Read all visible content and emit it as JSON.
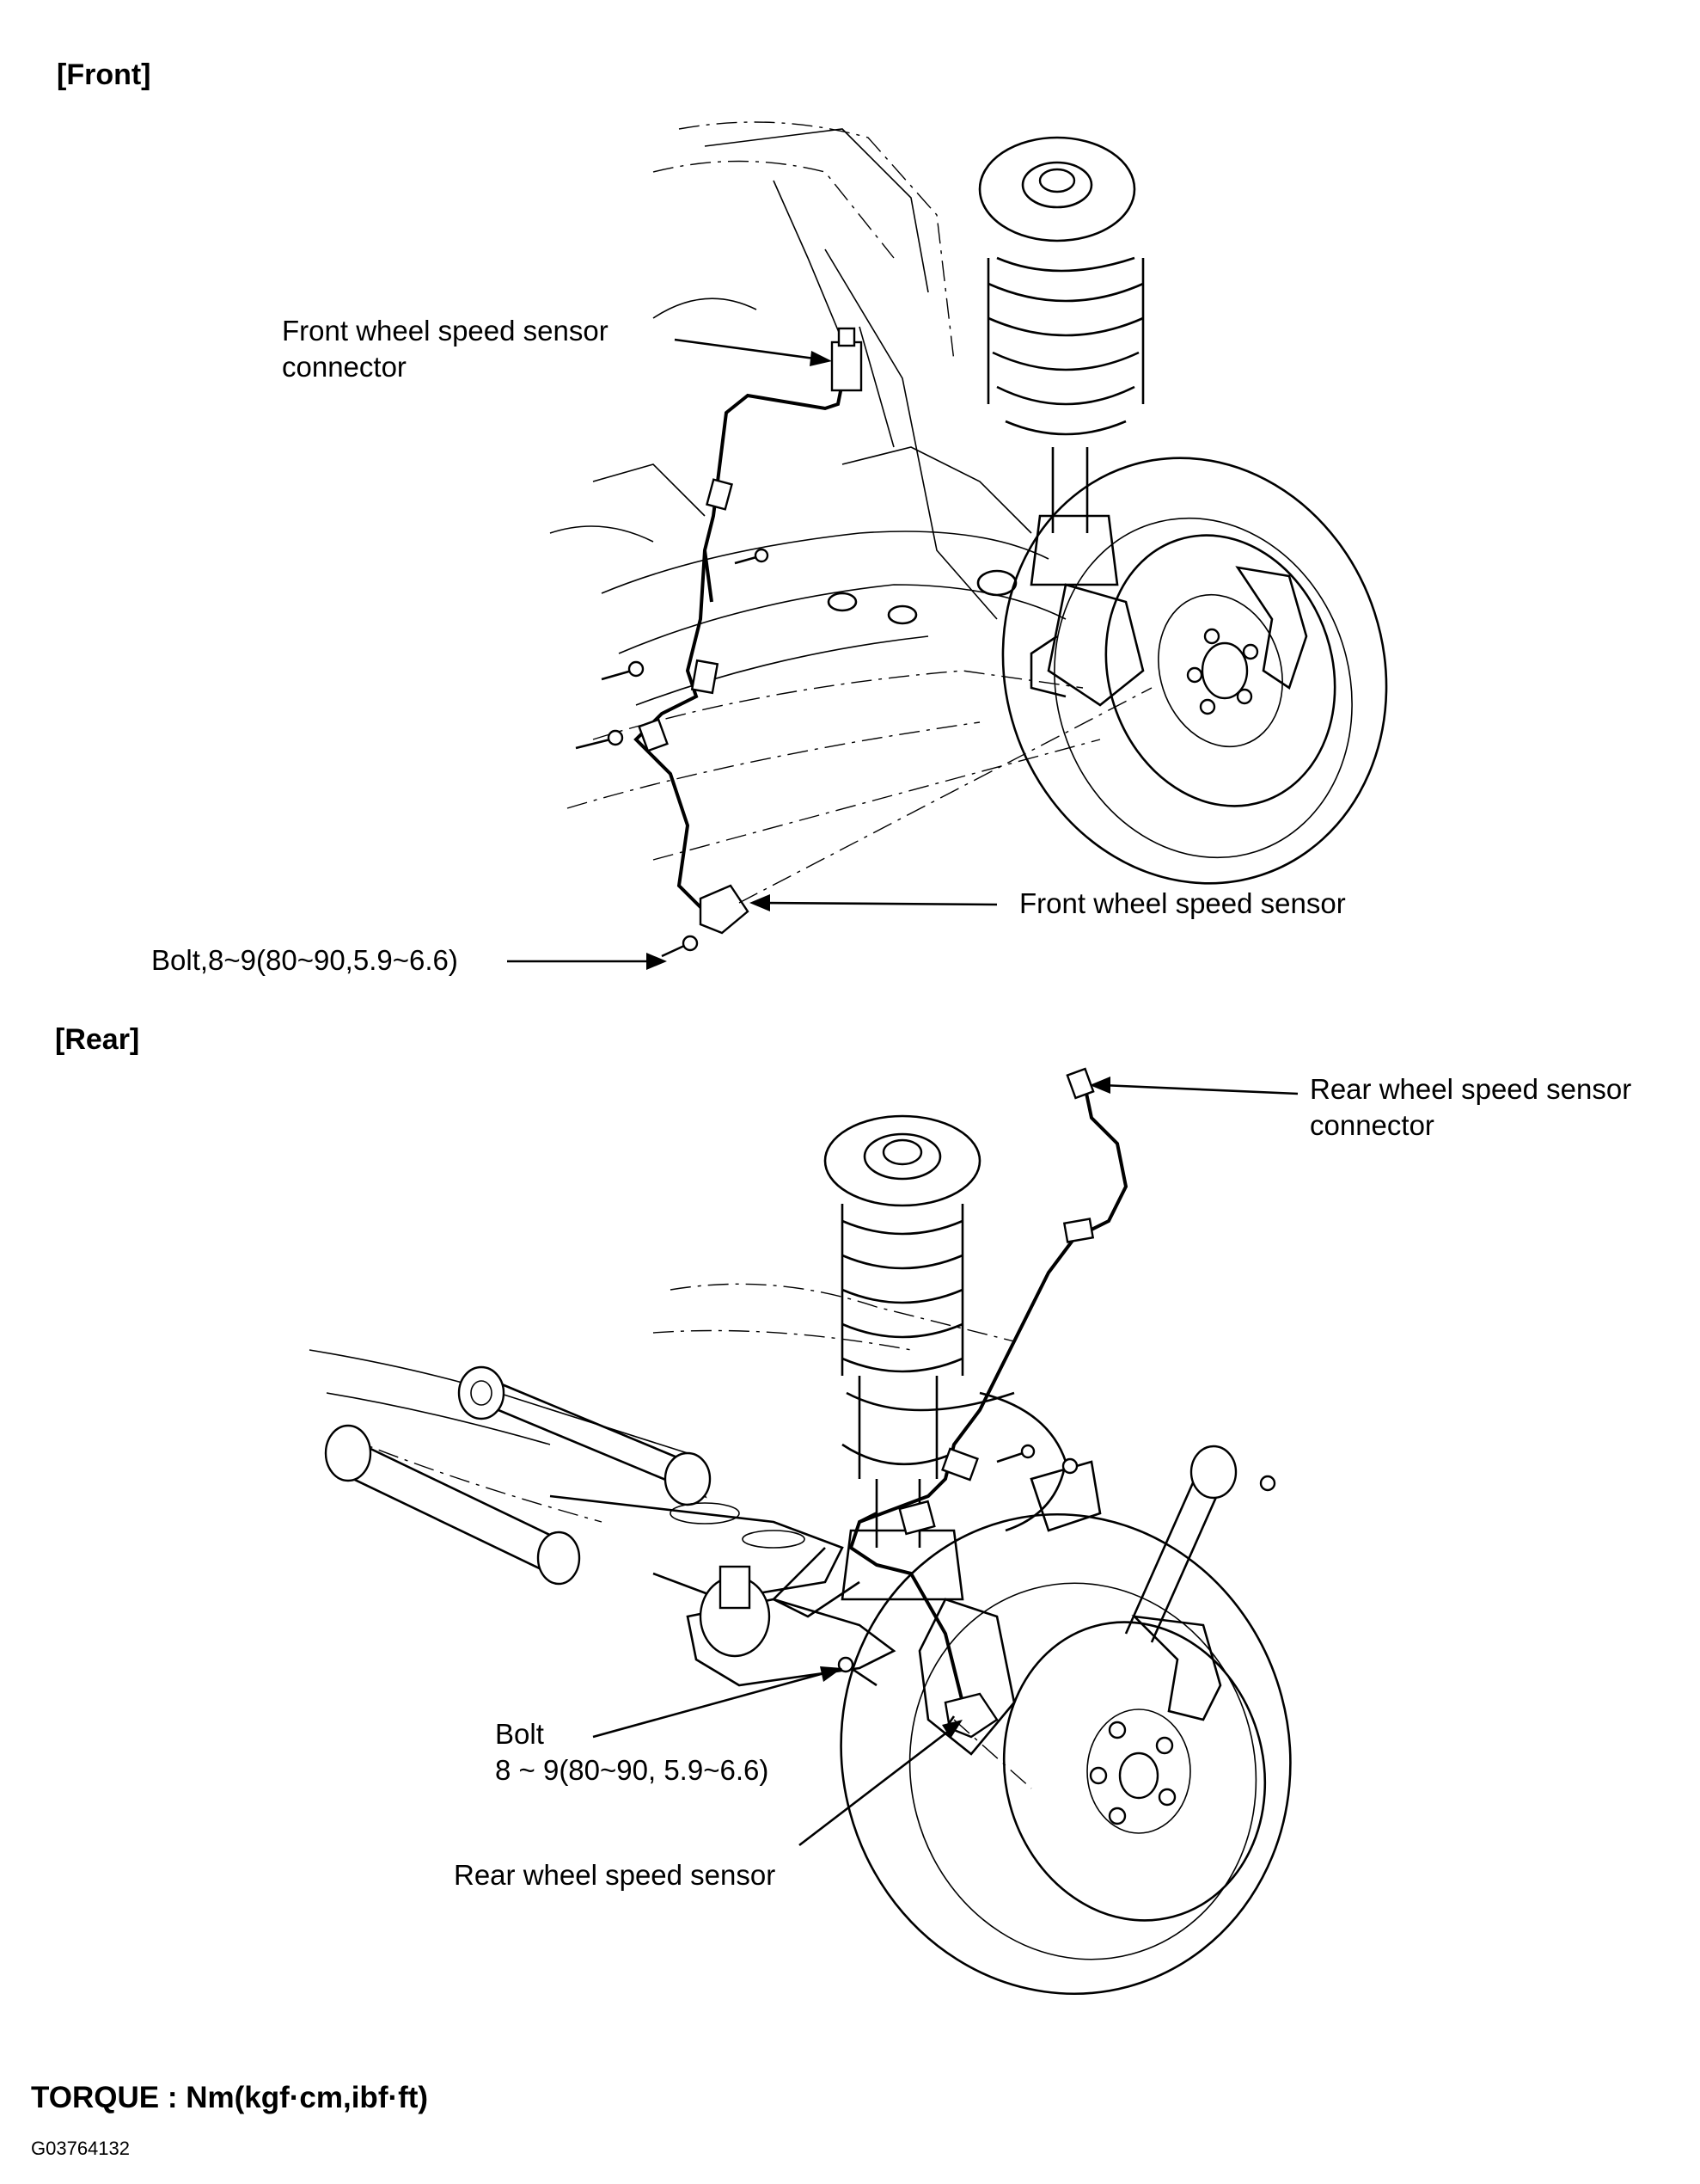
{
  "front": {
    "heading": "[Front]",
    "connector_label": [
      "Front wheel speed sensor",
      "connector"
    ],
    "sensor_label": "Front wheel speed sensor",
    "bolt_label": "Bolt,8~9(80~90,5.9~6.6)"
  },
  "rear": {
    "heading": "[Rear]",
    "connector_label": [
      "Rear wheel speed sensor",
      "connector"
    ],
    "bolt_label": [
      "Bolt",
      "8 ~ 9(80~90, 5.9~6.6)"
    ],
    "sensor_label": "Rear wheel speed sensor"
  },
  "torque_note": "TORQUE : Nm(kgf·cm,ibf·ft)",
  "figure_code": "G03764132"
}
